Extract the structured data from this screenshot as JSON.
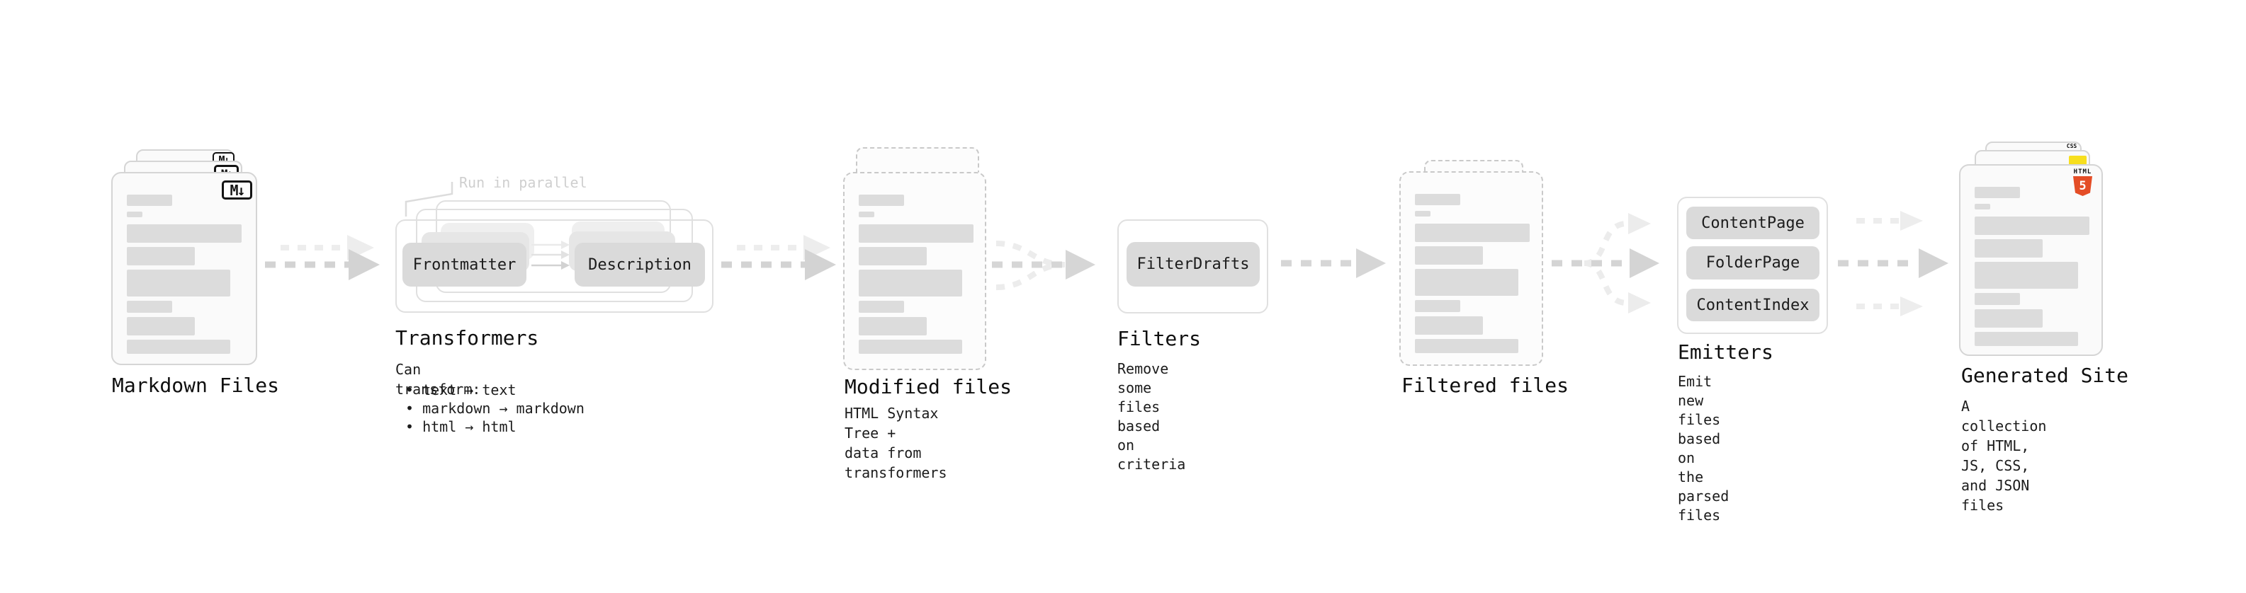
{
  "colors": {
    "arrow_main": "#d4d4d4",
    "arrow_light": "#ededed",
    "pill_bg": "#dadada",
    "bar_gray": "#dcdcdc",
    "muted_annotation": "#cfcfcf",
    "html5_orange": "#e44d26",
    "js_yellow": "#f7df1e",
    "css_blue": "#2965f1"
  },
  "nodes": {
    "markdown_files": {
      "label": "Markdown Files",
      "badge": "M↓"
    },
    "transformers": {
      "annotation": "Run in parallel",
      "pill_left": "Frontmatter",
      "pill_right": "Description",
      "label": "Transformers",
      "desc_title": "Can transform:",
      "bullets": [
        "• text → text",
        "• markdown → markdown",
        "• html → html"
      ]
    },
    "modified_files": {
      "label": "Modified files",
      "description": "HTML Syntax Tree +\ndata from transformers"
    },
    "filters": {
      "pill": "FilterDrafts",
      "label": "Filters",
      "description": "Remove some files based\non criteria"
    },
    "filtered_files": {
      "label": "Filtered files"
    },
    "emitters": {
      "pills": [
        "ContentPage",
        "FolderPage",
        "ContentIndex"
      ],
      "label": "Emitters",
      "description": "Emit new files based on\nthe parsed files"
    },
    "generated_site": {
      "label": "Generated Site",
      "description": "A collection of HTML,\nJS, CSS, and JSON files",
      "css_badge": "CSS",
      "html_badge": "HTML",
      "html_badge_number": "5"
    }
  }
}
